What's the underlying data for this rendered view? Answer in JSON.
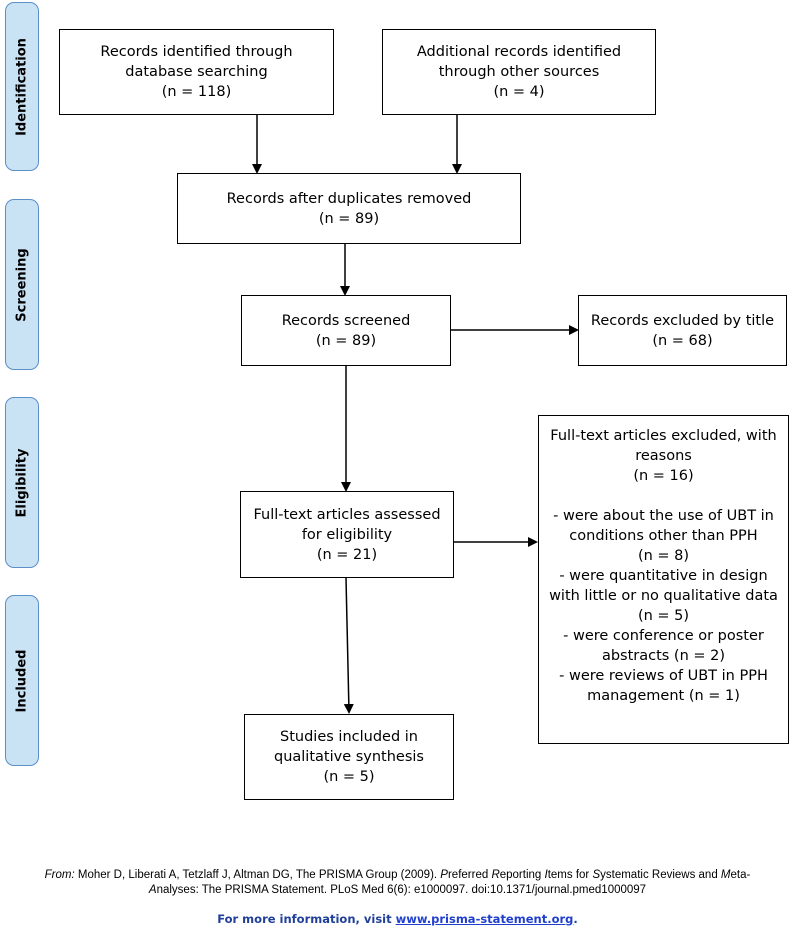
{
  "phases": {
    "identification": "Identification",
    "screening": "Screening",
    "eligibility": "Eligibility",
    "included": "Included"
  },
  "boxes": {
    "db_search": {
      "lines": [
        "Records identified through",
        "database searching",
        "(n = 118)"
      ]
    },
    "other_sources": {
      "lines": [
        "Additional records identified",
        "through other sources",
        "(n = 4)"
      ]
    },
    "duplicates_removed": {
      "lines": [
        "Records after duplicates removed",
        "(n = 89)"
      ]
    },
    "screened": {
      "lines": [
        "Records screened",
        "(n = 89)"
      ]
    },
    "excluded_title": {
      "lines": [
        "Records excluded by title",
        "(n = 68)"
      ]
    },
    "fulltext_assessed": {
      "lines": [
        "Full-text articles assessed",
        "for eligibility",
        "(n = 21)"
      ]
    },
    "fulltext_excluded": {
      "header": [
        "Full-text articles excluded, with",
        "reasons",
        "(n = 16)"
      ],
      "reasons": [
        "- were about the use of UBT in",
        "conditions other than PPH",
        "(n = 8)",
        "- were quantitative in design",
        "with little or no qualitative data",
        "(n = 5)",
        "- were conference or poster",
        "abstracts (n = 2)",
        "- were reviews of UBT in PPH",
        "management (n = 1)"
      ]
    },
    "included_studies": {
      "lines": [
        "Studies included in",
        "qualitative synthesis",
        "(n = 5)"
      ]
    }
  },
  "footer": {
    "from_label": "From:",
    "citation_1": "  Moher D, Liberati A, Tetzlaff J, Altman DG, The PRISMA Group (2009). ",
    "citation_p": "P",
    "citation_p_rest": "referred ",
    "citation_r": "R",
    "citation_r_rest": "eporting ",
    "citation_i": "I",
    "citation_i_rest": "tems for ",
    "citation_s": "S",
    "citation_s_rest": "ystematic Reviews and ",
    "citation_m": "M",
    "citation_m_rest": "eta-",
    "citation_a": "A",
    "citation_line2": "nalyses: The PRISMA Statement. PLoS Med 6(6): e1000097. doi:10.1371/journal.pmed1000097",
    "more_info_text": "For more information, visit ",
    "more_info_link": "www.prisma-statement.org",
    "more_info_end": "."
  }
}
